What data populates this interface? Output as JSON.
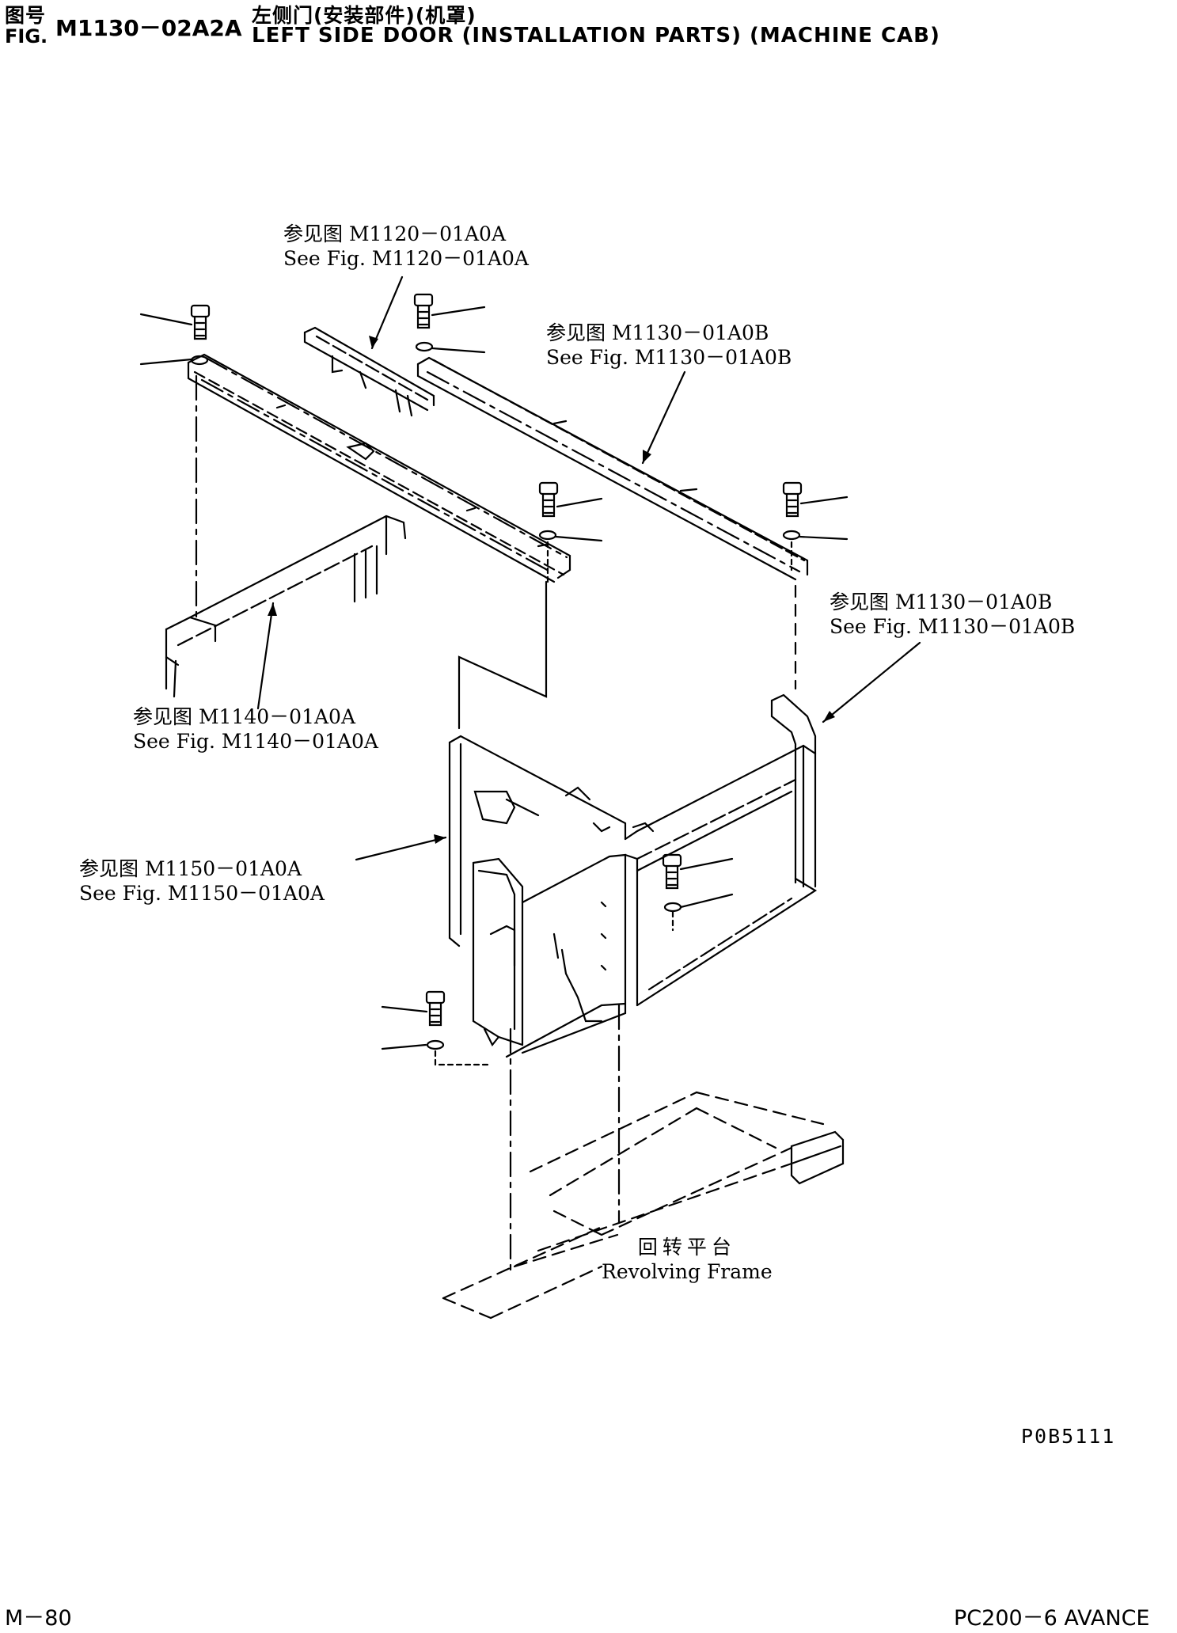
{
  "header": {
    "fig_label_cn": "图号",
    "fig_label_en": "FIG.",
    "fig_number": "M1130－02A2A",
    "title_cn": "左侧门(安装部件)(机罩)",
    "title_en": "LEFT SIDE DOOR (INSTALLATION PARTS) (MACHINE CAB)"
  },
  "callouts": [
    {
      "cn": "参见图 M1120－01A0A",
      "en": "See Fig. M1120－01A0A"
    },
    {
      "cn": "参见图 M1130－01A0B",
      "en": "See Fig. M1130－01A0B"
    },
    {
      "cn": "参见图 M1130－01A0B",
      "en": "See Fig. M1130－01A0B"
    },
    {
      "cn": "参见图 M1140－01A0A",
      "en": "See Fig. M1140－01A0A"
    },
    {
      "cn": "参见图 M1150－01A0A",
      "en": "See Fig. M1150－01A0A"
    }
  ],
  "frame_label": {
    "cn": "回转平台",
    "en": "Revolving Frame"
  },
  "drawing_code": "P0B5111",
  "footer": {
    "page": "M－80",
    "model": "PC200－6 AVANCE"
  }
}
